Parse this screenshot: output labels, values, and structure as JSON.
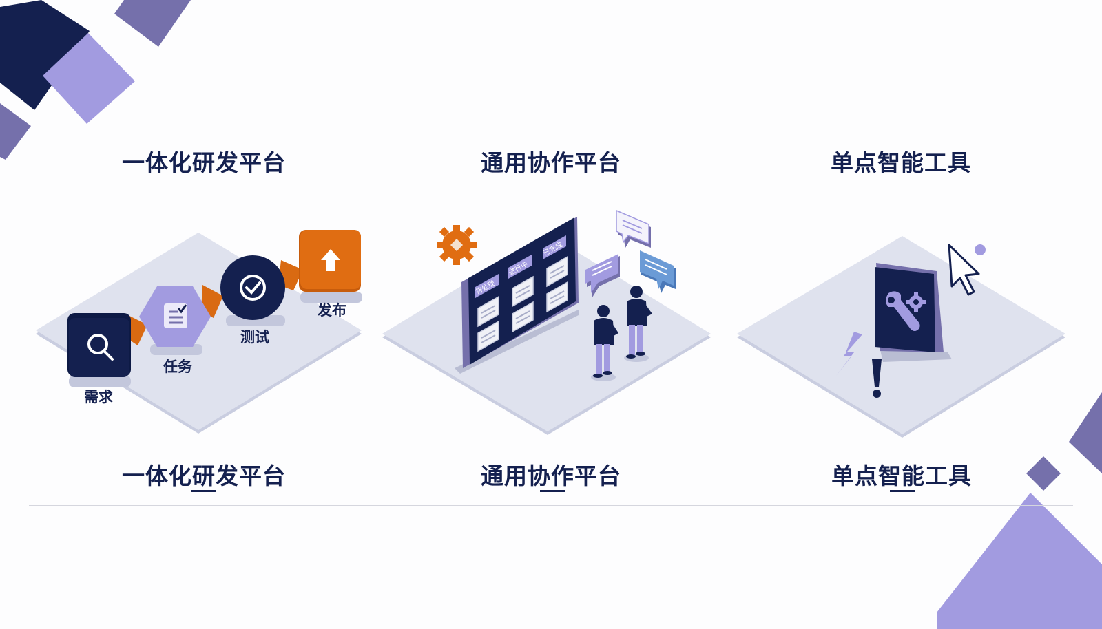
{
  "columns": [
    {
      "title": "一体化研发平台"
    },
    {
      "title": "通用协作平台"
    },
    {
      "title": "单点智能工具"
    }
  ],
  "bottom_titles": [
    {
      "title": "一体化研发平台"
    },
    {
      "title": "通用协作平台"
    },
    {
      "title": "单点智能工具"
    }
  ],
  "pipeline": {
    "steps": [
      {
        "label": "需求",
        "icon": "search-icon"
      },
      {
        "label": "任务",
        "icon": "checklist-icon"
      },
      {
        "label": "测试",
        "icon": "check-circle-icon"
      },
      {
        "label": "发布",
        "icon": "upload-arrow-icon"
      }
    ]
  },
  "kanban": {
    "columns": [
      "待处理",
      "进行中",
      "已完成"
    ]
  },
  "colors": {
    "navy": "#14204f",
    "lavender": "#a29be0",
    "slate_purple": "#7570ab",
    "orange": "#d96a12",
    "platform": "#dcdfea",
    "blue": "#6b9bd6"
  }
}
